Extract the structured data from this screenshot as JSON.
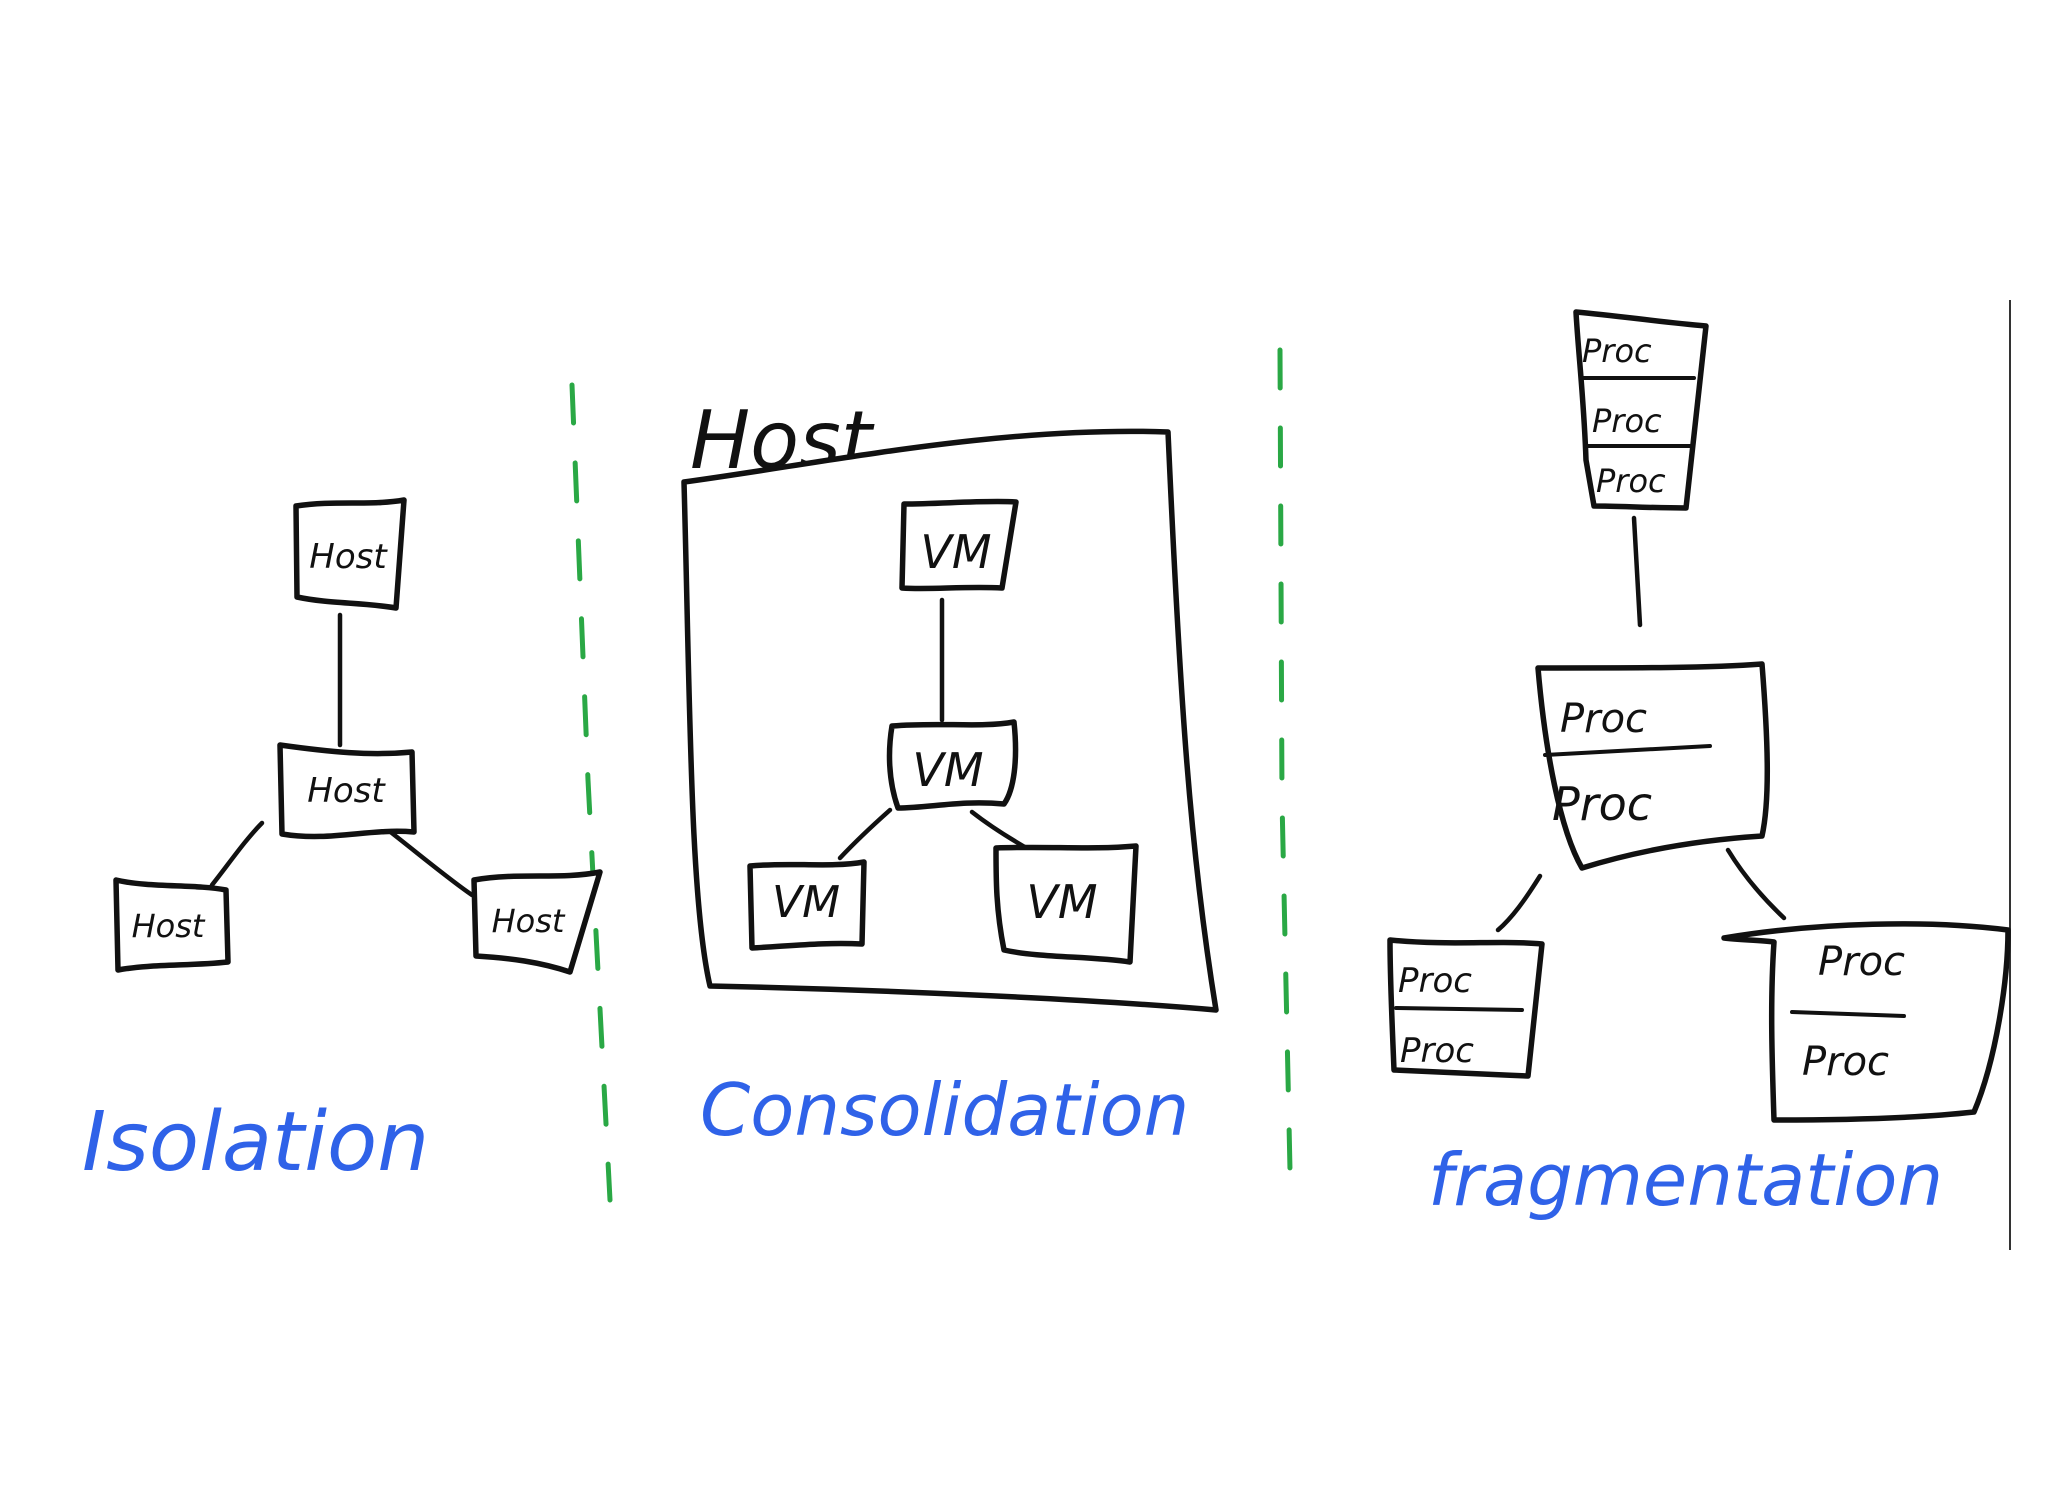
{
  "colors": {
    "ink": "#111111",
    "caption": "#2f62e8",
    "separator": "#2aa845",
    "frame": "#333333"
  },
  "isolation": {
    "caption": "Isolation",
    "hosts": [
      "Host",
      "Host",
      "Host",
      "Host"
    ]
  },
  "consolidation": {
    "caption": "Consolidation",
    "host_label": "Host",
    "vms": [
      "VM",
      "VM",
      "VM",
      "VM"
    ]
  },
  "fragmentation": {
    "caption": "fragmentation",
    "top_node": [
      "Proc",
      "Proc",
      "Proc"
    ],
    "middle_node": [
      "Proc",
      "Proc"
    ],
    "left_node": [
      "Proc",
      "Proc"
    ],
    "right_node": [
      "Proc",
      "Proc"
    ]
  }
}
